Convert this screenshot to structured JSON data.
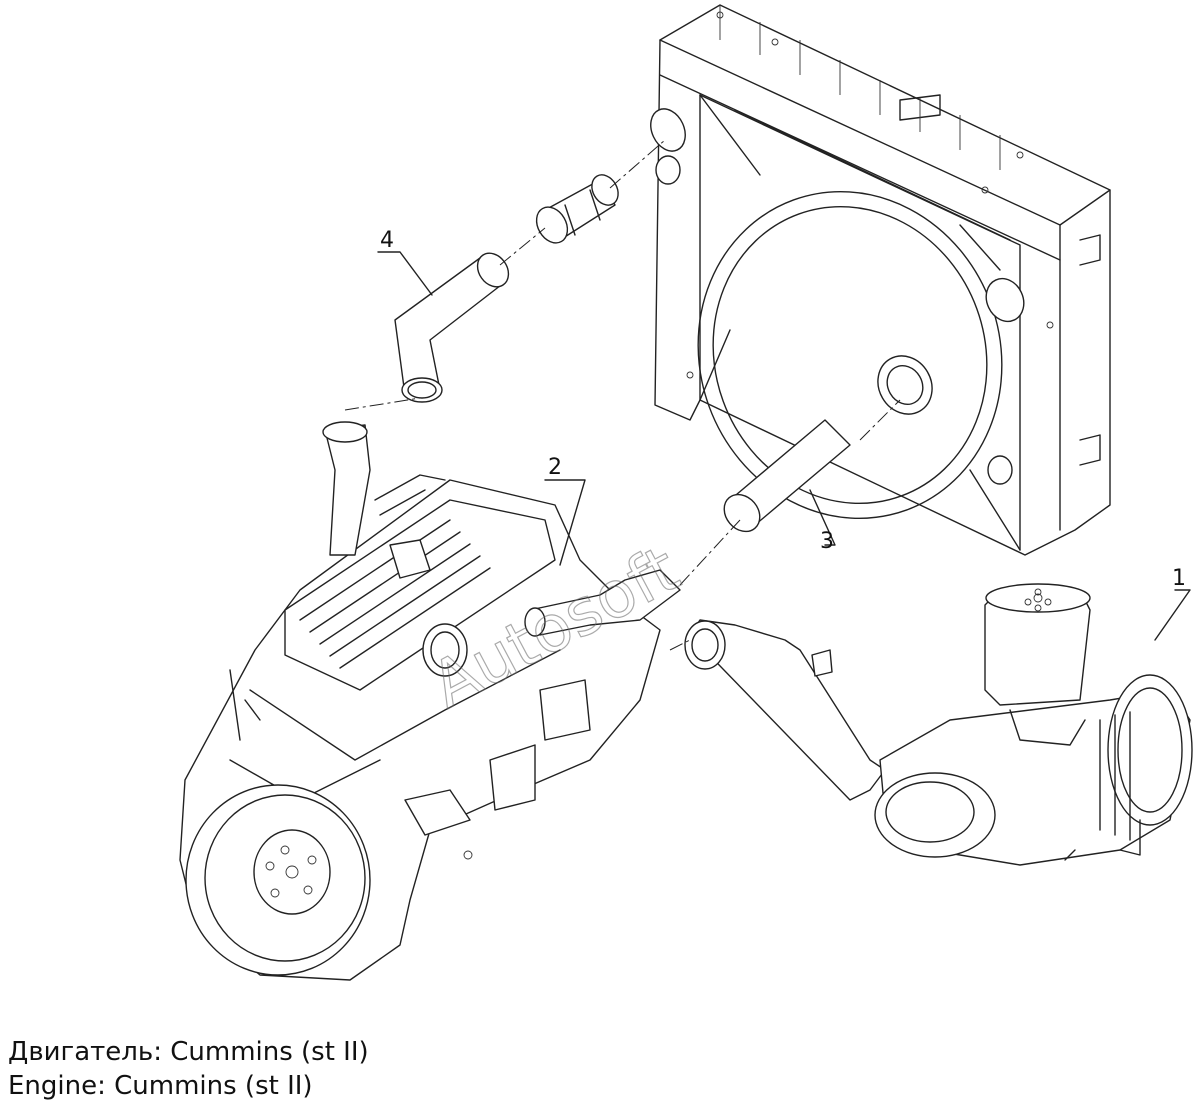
{
  "diagram": {
    "callouts": [
      "1",
      "2",
      "3",
      "4"
    ],
    "watermark": "Autosoft"
  },
  "caption": {
    "line_ru": "Двигатель: Cummins (st II)",
    "line_en": "Engine: Cummins (st II)"
  }
}
